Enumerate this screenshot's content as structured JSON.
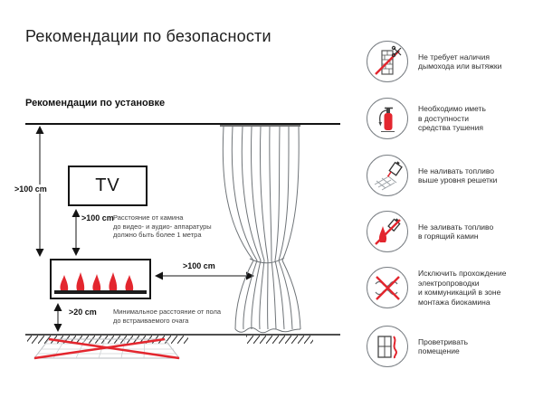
{
  "title": "Рекомендации по безопасности",
  "install": {
    "heading": "Рекомендации по установке"
  },
  "diagram": {
    "tv_label": "TV",
    "ceiling_to_fireplace": ">100 cm",
    "tv_to_fireplace": ">100 cm",
    "tv_note": "Расстояние от камина\nдо видео- и аудио- аппаратуры\nдолжно быть более 1 метра",
    "fireplace_to_curtain": ">100 cm",
    "floor_to_fireplace": ">20 cm",
    "floor_note": "Минимальное расстояние от пола\nдо встраиваемого очага"
  },
  "safety_items": [
    {
      "icon": "no-chimney-icon",
      "text": "Не требует наличия\nдымохода или вытяжки"
    },
    {
      "icon": "fire-extinguisher-icon",
      "text": "Необходимо иметь\nв доступности\nсредства тушения"
    },
    {
      "icon": "fuel-grate-level-icon",
      "text": "Не наливать топливо\nвыше уровня решетки"
    },
    {
      "icon": "no-refuel-burning-icon",
      "text": "Не заливать топливо\nв горящий камин"
    },
    {
      "icon": "no-electrical-wiring-icon",
      "text": "Исключить прохождение\nэлектропроводки\nи коммуникаций в зоне\nмонтажа биокамина"
    },
    {
      "icon": "ventilate-room-icon",
      "text": "Проветривать\nпомещение"
    }
  ],
  "colors": {
    "prohibition_red": "#E3262E",
    "flame_red": "#E3262E",
    "line_dark": "#1A1A1A",
    "curtain_gray": "#6f7478"
  }
}
